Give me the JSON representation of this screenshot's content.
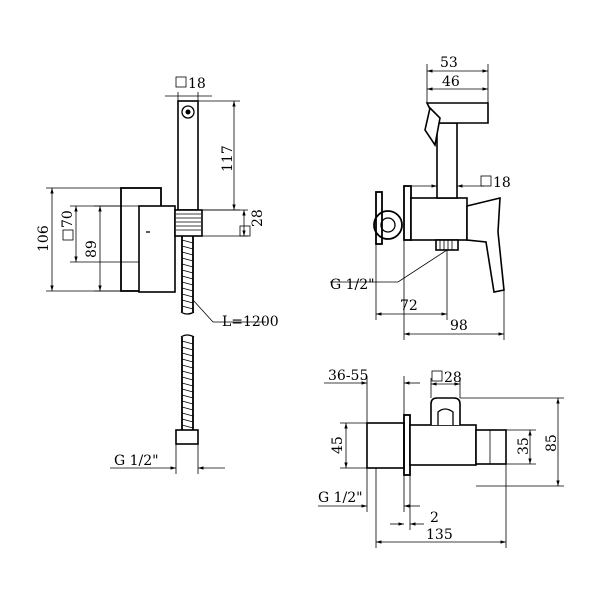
{
  "labels": {
    "sq18_top": "18",
    "dim_117": "117",
    "sq28_left": "28",
    "sq70": "70",
    "dim_106": "106",
    "dim_89": "89",
    "hose_length": "L=1200",
    "thread_bottom": "G 1/2\"",
    "dim_53": "53",
    "dim_46": "46",
    "sq18_right": "18",
    "thread_side": "G 1/2\"",
    "dim_72": "72",
    "dim_98": "98",
    "range_36_55": "36-55",
    "sq28_plan": "28",
    "dim_45": "45",
    "dim_35": "35",
    "dim_85": "85",
    "thread_plan": "G 1/2\"",
    "dim_2": "2",
    "dim_135": "135"
  },
  "colors": {
    "line": "#000000",
    "background": "#ffffff"
  }
}
